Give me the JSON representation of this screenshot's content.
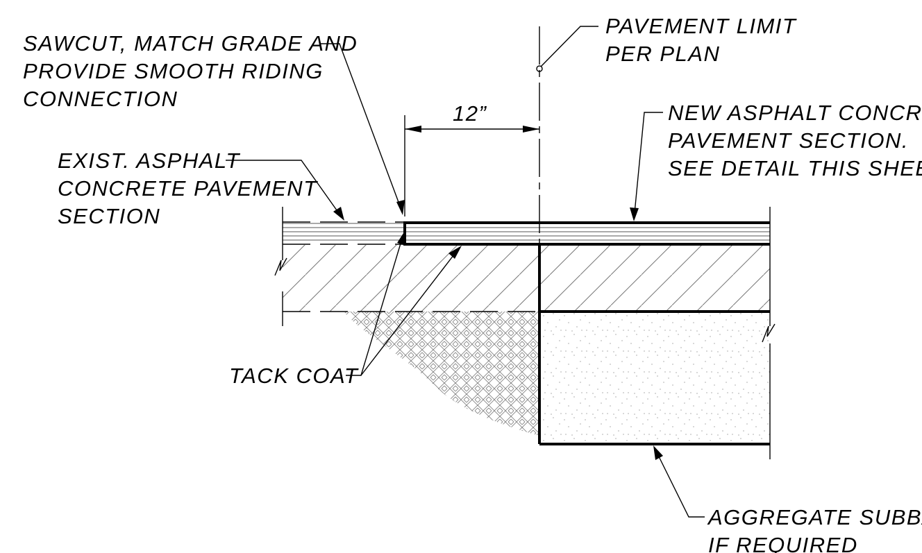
{
  "labels": {
    "sawcut": [
      "SAWCUT, MATCH GRADE AND",
      "PROVIDE SMOOTH RIDING",
      "CONNECTION"
    ],
    "pavement_limit": [
      "PAVEMENT LIMIT",
      "PER PLAN"
    ],
    "dimension": "12”",
    "new_asphalt": [
      "NEW ASPHALT CONCRETE",
      "PAVEMENT SECTION.",
      "SEE DETAIL THIS SHEET"
    ],
    "exist_asphalt": [
      "EXIST. ASPHALT",
      "CONCRETE PAVEMENT",
      "SECTION"
    ],
    "tack_coat": "TACK COAT",
    "aggregate": [
      "AGGREGATE SUBBASE",
      "IF REQUIRED"
    ]
  },
  "colors": {
    "line": "#000000",
    "background": "#ffffff"
  }
}
